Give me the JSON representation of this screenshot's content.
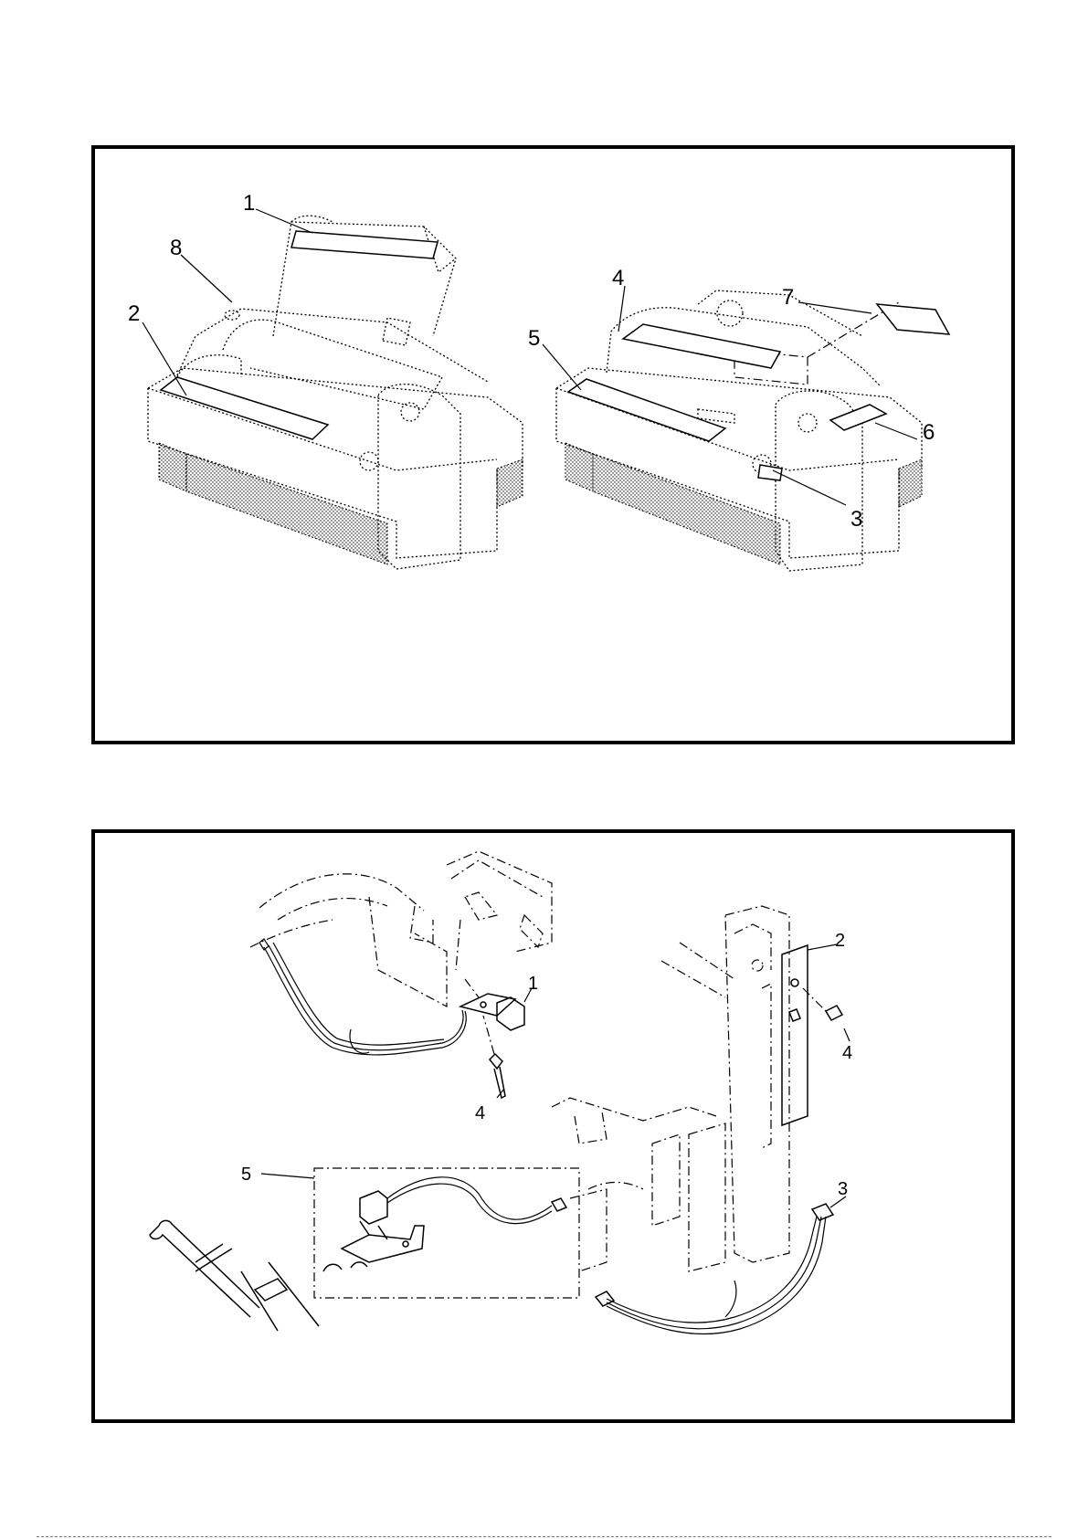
{
  "top_figure": {
    "callouts": [
      "1",
      "2",
      "3",
      "4",
      "5",
      "6",
      "7",
      "8"
    ]
  },
  "bottom_figure": {
    "callouts": [
      "1",
      "2",
      "3",
      "4",
      "4",
      "5"
    ]
  }
}
